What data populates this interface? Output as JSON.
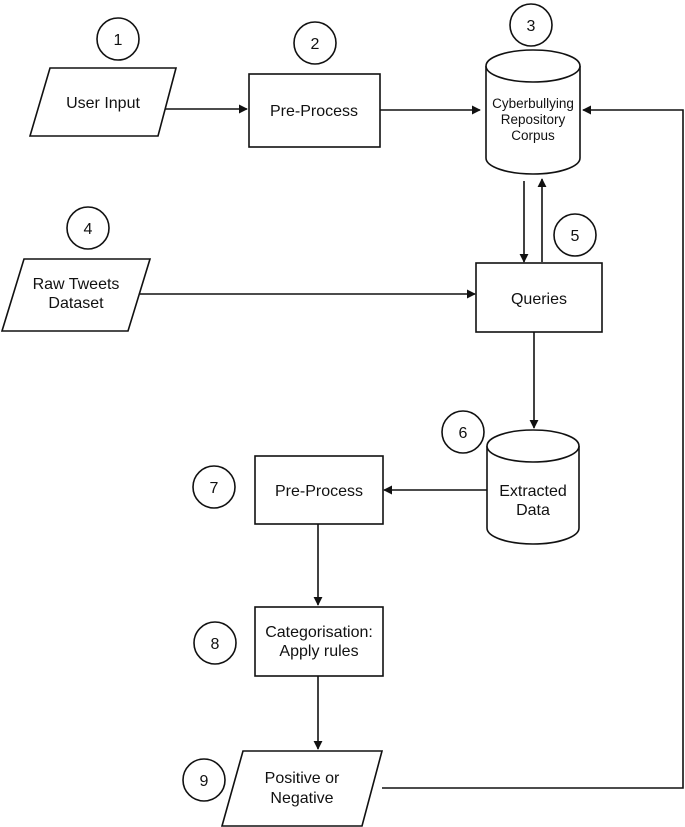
{
  "nodes": {
    "user_input": {
      "label": "User Input"
    },
    "preprocess_1": {
      "label": "Pre-Process"
    },
    "corpus": {
      "line1": "Cyberbullying",
      "line2": "Repository",
      "line3": "Corpus"
    },
    "raw_tweets": {
      "line1": "Raw Tweets",
      "line2": "Dataset"
    },
    "queries": {
      "label": "Queries"
    },
    "extracted": {
      "line1": "Extracted",
      "line2": "Data"
    },
    "preprocess_2": {
      "label": "Pre-Process"
    },
    "categorisation": {
      "line1": "Categorisation:",
      "line2": "Apply rules"
    },
    "result": {
      "line1": "Positive or",
      "line2": "Negative"
    }
  },
  "step_numbers": {
    "s1": "1",
    "s2": "2",
    "s3": "3",
    "s4": "4",
    "s5": "5",
    "s6": "6",
    "s7": "7",
    "s8": "8",
    "s9": "9"
  }
}
